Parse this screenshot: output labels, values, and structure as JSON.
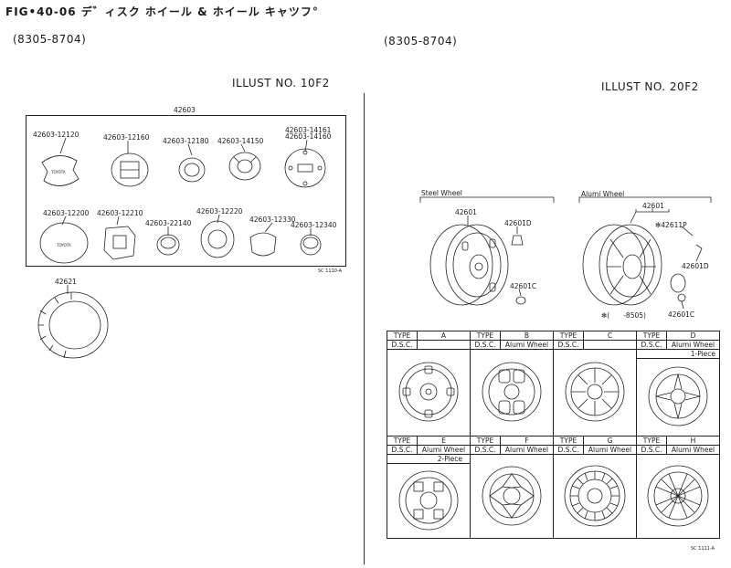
{
  "header": {
    "fig_title": "FIG•40-06 デ゛ィスク ホイール & ホイール キャツフ°",
    "range_left": "(8305-8704)",
    "range_right": "(8305-8704)",
    "illust_left": "ILLUST NO. 10F2",
    "illust_right": "ILLUST NO. 20F2"
  },
  "left_panel": {
    "group_label": "42603",
    "caps_row1": [
      "42603-12120",
      "42603-12160",
      "42603-12180",
      "42603-14150"
    ],
    "cap_multi": [
      "42603-14161",
      "42603-14160"
    ],
    "caps_row2": [
      "42603-12200",
      "42603-12210",
      "42603-22140",
      "42603-12220",
      "42603-12330",
      "42603-12340"
    ],
    "box_code": "SC 1110-A",
    "ring_part": "42621"
  },
  "right_panel": {
    "steel_wheel": {
      "title": "Steel Wheel",
      "main_part": "42601",
      "part_d": "42601D",
      "part_c": "42601C"
    },
    "alumi_wheel": {
      "title": "Alumi Wheel",
      "main_part": "42601",
      "part_p": "✻42611P",
      "part_d": "42601D",
      "part_c": "42601C",
      "note": "✻(　　-8505)"
    },
    "table_code": "SC 1111-A",
    "type_label": "TYPE",
    "dsc_label": "D.S.C.",
    "alumi_label": "Alumi Wheel",
    "types_row1": [
      "A",
      "B",
      "C",
      "D"
    ],
    "types_row2": [
      "E",
      "F",
      "G",
      "H"
    ],
    "piece_d": "1-Piece",
    "piece_e": "2-Piece"
  }
}
